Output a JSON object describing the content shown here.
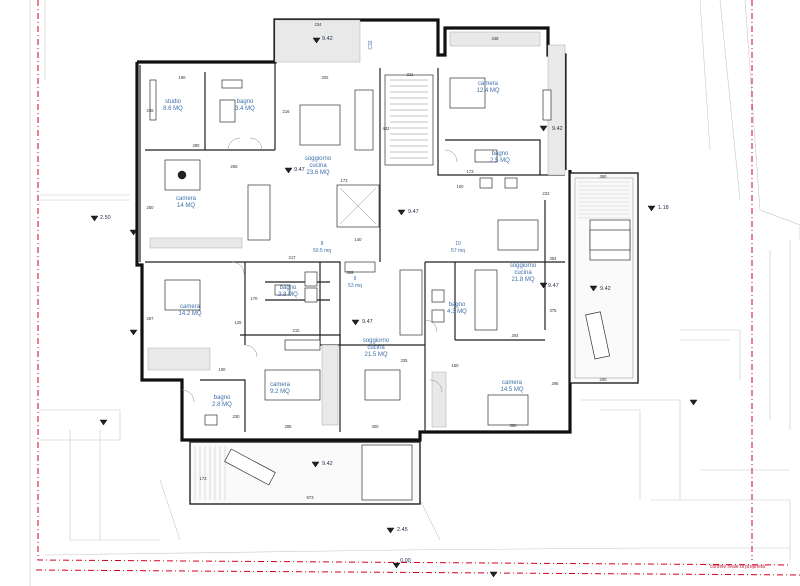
{
  "rooms": {
    "studio": {
      "name": "studio",
      "area": "8.6 MQ"
    },
    "bagno_a": {
      "name": "bagno",
      "area": "3.4 MQ"
    },
    "soggiorno_a": {
      "name1": "soggiorno",
      "name2": "cucina",
      "area": "23.6 MQ"
    },
    "camera_ne": {
      "name": "camera",
      "area": "12.4 MQ"
    },
    "bagno_ne": {
      "name": "bagno",
      "area": "2.5 MQ"
    },
    "camera_w": {
      "name": "camera",
      "area": "14 MQ"
    },
    "soggiorno_e": {
      "name1": "soggiorno",
      "name2": "cucina",
      "area": "21.8 MQ"
    },
    "camera_sw": {
      "name": "camera",
      "area": "14.2 MQ"
    },
    "bagno_c": {
      "name": "bagno",
      "area": "3.8 MQ"
    },
    "soggiorno_c": {
      "name1": "soggiorno",
      "name2": "cucina",
      "area": "21.5 MQ"
    },
    "bagno_e": {
      "name": "bagno",
      "area": "4.3 MQ"
    },
    "camera_c": {
      "name": "camera",
      "area": "9.2 MQ"
    },
    "camera_se": {
      "name": "camera",
      "area": "14.5 MQ"
    },
    "bagno_sw": {
      "name": "bagno",
      "area": "2.8 MQ"
    }
  },
  "elevations": {
    "e_top": "9.42",
    "e_a": "9.47",
    "e_stair": "9.47",
    "e_ne": "9.42",
    "e_east": "9.47",
    "e_center": "9.47",
    "e_terrace_e": "9.42",
    "e_terrace_s": "9.42",
    "e_right": "1.18",
    "e_left": "2.50",
    "e_bottom": "2.45",
    "e_ground": "0.00"
  },
  "labels": {
    "c32": "C32",
    "stair_tag_1": "8",
    "stair_tag_1b": "50.5 mq",
    "stair_tag_2": "9",
    "stair_tag_2b": "53 mq",
    "stair_tag_3": "10",
    "stair_tag_3b": "57 mq",
    "property_line": "confine reale di proprietà"
  },
  "dims": {
    "d234": "234",
    "d211": "211",
    "d348": "348",
    "d190": "190",
    "d302": "302",
    "d236": "236",
    "d350": "350",
    "d280": "280",
    "d216": "216",
    "d173": "173",
    "d442": "442",
    "d140": "140",
    "d100": "100",
    "d222": "222",
    "d173b": "173",
    "d250": "250",
    "d265": "265",
    "d217": "217",
    "d369": "369",
    "d267": "267",
    "d170": "170",
    "d210": "210",
    "d354": "354",
    "d375": "375",
    "d304": "304",
    "d300": "300",
    "d360": "360",
    "d285": "285",
    "d173c": "173",
    "d873": "873",
    "d200": "200",
    "d100b": "100",
    "d125": "125",
    "d150": "150",
    "d295": "295",
    "d335": "335",
    "d230": "230"
  }
}
